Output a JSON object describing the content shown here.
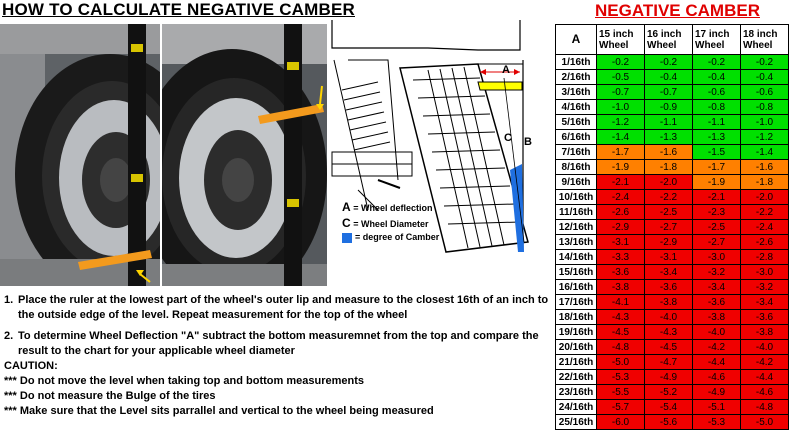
{
  "title": "HOW TO CALCULATE NEGATIVE CAMBER",
  "diagram": {
    "label_a": "A",
    "label_b": "B",
    "label_c": "C",
    "legend": [
      {
        "key": "A",
        "text": "= Wheel deflection"
      },
      {
        "key": "C",
        "text": "= Wheel Diameter"
      },
      {
        "key": "",
        "text": "= degree of Camber"
      }
    ]
  },
  "instructions": {
    "steps": [
      {
        "num": "1.",
        "text": "Place the ruler at the lowest part of the wheel's outer lip and measure to the closest 16th of an inch to the outside edge of the level.  Repeat measurement for the top of the wheel"
      },
      {
        "num": "2.",
        "text": "To determine Wheel Deflection \"A\" subtract the bottom measuremnet from the top and compare the result to the chart for your applicable wheel diameter"
      }
    ],
    "caution_title": "CAUTION:",
    "cautions": [
      "*** Do not move the level when taking top and bottom measurements",
      "*** Do not measure the Bulge of the tires",
      "*** Make sure that the Level sits parrallel and vertical to the wheel being measured"
    ]
  },
  "table": {
    "title": "NEGATIVE CAMBER",
    "headers": [
      "A",
      "15 inch Wheel",
      "16 inch Wheel",
      "17 inch Wheel",
      "18 inch Wheel"
    ],
    "colors": {
      "green": "#00e000",
      "orange": "#ff8000",
      "red": "#f00000"
    },
    "rows": [
      {
        "size": "1/16th",
        "values": [
          "-0.2",
          "-0.2",
          "-0.2",
          "-0.2"
        ],
        "colors": [
          "green",
          "green",
          "green",
          "green"
        ]
      },
      {
        "size": "2/16th",
        "values": [
          "-0.5",
          "-0.4",
          "-0.4",
          "-0.4"
        ],
        "colors": [
          "green",
          "green",
          "green",
          "green"
        ]
      },
      {
        "size": "3/16th",
        "values": [
          "-0.7",
          "-0.7",
          "-0.6",
          "-0.6"
        ],
        "colors": [
          "green",
          "green",
          "green",
          "green"
        ]
      },
      {
        "size": "4/16th",
        "values": [
          "-1.0",
          "-0.9",
          "-0.8",
          "-0.8"
        ],
        "colors": [
          "green",
          "green",
          "green",
          "green"
        ]
      },
      {
        "size": "5/16th",
        "values": [
          "-1.2",
          "-1.1",
          "-1.1",
          "-1.0"
        ],
        "colors": [
          "green",
          "green",
          "green",
          "green"
        ]
      },
      {
        "size": "6/16th",
        "values": [
          "-1.4",
          "-1.3",
          "-1.3",
          "-1.2"
        ],
        "colors": [
          "green",
          "green",
          "green",
          "green"
        ]
      },
      {
        "size": "7/16th",
        "values": [
          "-1.7",
          "-1.6",
          "-1.5",
          "-1.4"
        ],
        "colors": [
          "orange",
          "orange",
          "green",
          "green"
        ]
      },
      {
        "size": "8/16th",
        "values": [
          "-1.9",
          "-1.8",
          "-1.7",
          "-1.6"
        ],
        "colors": [
          "orange",
          "orange",
          "orange",
          "orange"
        ]
      },
      {
        "size": "9/16th",
        "values": [
          "-2.1",
          "-2.0",
          "-1.9",
          "-1.8"
        ],
        "colors": [
          "red",
          "red",
          "orange",
          "orange"
        ]
      },
      {
        "size": "10/16th",
        "values": [
          "-2.4",
          "-2.2",
          "-2.1",
          "-2.0"
        ],
        "colors": [
          "red",
          "red",
          "red",
          "red"
        ]
      },
      {
        "size": "11/16th",
        "values": [
          "-2.6",
          "-2.5",
          "-2.3",
          "-2.2"
        ],
        "colors": [
          "red",
          "red",
          "red",
          "red"
        ]
      },
      {
        "size": "12/16th",
        "values": [
          "-2.9",
          "-2.7",
          "-2.5",
          "-2.4"
        ],
        "colors": [
          "red",
          "red",
          "red",
          "red"
        ]
      },
      {
        "size": "13/16th",
        "values": [
          "-3.1",
          "-2.9",
          "-2.7",
          "-2.6"
        ],
        "colors": [
          "red",
          "red",
          "red",
          "red"
        ]
      },
      {
        "size": "14/16th",
        "values": [
          "-3.3",
          "-3.1",
          "-3.0",
          "-2.8"
        ],
        "colors": [
          "red",
          "red",
          "red",
          "red"
        ]
      },
      {
        "size": "15/16th",
        "values": [
          "-3.6",
          "-3.4",
          "-3.2",
          "-3.0"
        ],
        "colors": [
          "red",
          "red",
          "red",
          "red"
        ]
      },
      {
        "size": "16/16th",
        "values": [
          "-3.8",
          "-3.6",
          "-3.4",
          "-3.2"
        ],
        "colors": [
          "red",
          "red",
          "red",
          "red"
        ]
      },
      {
        "size": "17/16th",
        "values": [
          "-4.1",
          "-3.8",
          "-3.6",
          "-3.4"
        ],
        "colors": [
          "red",
          "red",
          "red",
          "red"
        ]
      },
      {
        "size": "18/16th",
        "values": [
          "-4.3",
          "-4.0",
          "-3.8",
          "-3.6"
        ],
        "colors": [
          "red",
          "red",
          "red",
          "red"
        ]
      },
      {
        "size": "19/16th",
        "values": [
          "-4.5",
          "-4.3",
          "-4.0",
          "-3.8"
        ],
        "colors": [
          "red",
          "red",
          "red",
          "red"
        ]
      },
      {
        "size": "20/16th",
        "values": [
          "-4.8",
          "-4.5",
          "-4.2",
          "-4.0"
        ],
        "colors": [
          "red",
          "red",
          "red",
          "red"
        ]
      },
      {
        "size": "21/16th",
        "values": [
          "-5.0",
          "-4.7",
          "-4.4",
          "-4.2"
        ],
        "colors": [
          "red",
          "red",
          "red",
          "red"
        ]
      },
      {
        "size": "22/16th",
        "values": [
          "-5.3",
          "-4.9",
          "-4.6",
          "-4.4"
        ],
        "colors": [
          "red",
          "red",
          "red",
          "red"
        ]
      },
      {
        "size": "23/16th",
        "values": [
          "-5.5",
          "-5.2",
          "-4.9",
          "-4.6"
        ],
        "colors": [
          "red",
          "red",
          "red",
          "red"
        ]
      },
      {
        "size": "24/16th",
        "values": [
          "-5.7",
          "-5.4",
          "-5.1",
          "-4.8"
        ],
        "colors": [
          "red",
          "red",
          "red",
          "red"
        ]
      },
      {
        "size": "25/16th",
        "values": [
          "-6.0",
          "-5.6",
          "-5.3",
          "-5.0"
        ],
        "colors": [
          "red",
          "red",
          "red",
          "red"
        ]
      }
    ]
  }
}
